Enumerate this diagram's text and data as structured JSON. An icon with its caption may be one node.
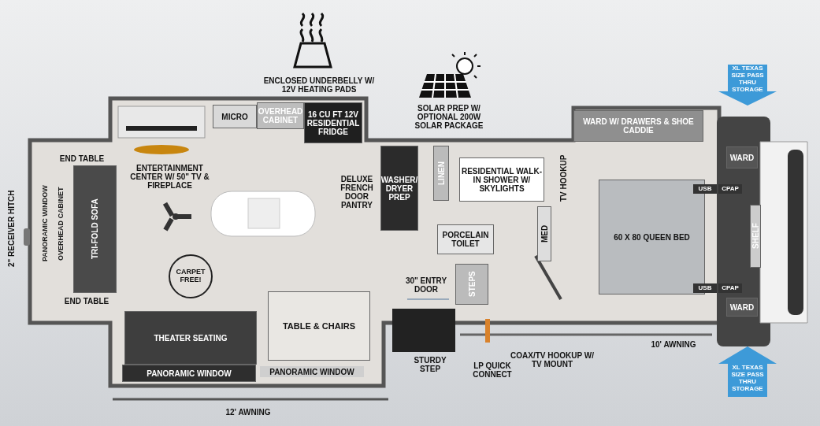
{
  "diagram": {
    "nodes": [
      {
        "text": [
          "MICRO"
        ]
      },
      {
        "text": [
          "OVERHEAD CABINET"
        ]
      },
      {
        "text": [
          "16 CU FT 12V RESIDENTIAL FRIDGE"
        ]
      },
      {
        "text": [
          "WASHER/ DRYER PREP"
        ]
      },
      {
        "text": [
          "LINEN"
        ]
      },
      {
        "text": [
          "RESIDENTIAL WALK-IN SHOWER W/ SKYLIGHTS"
        ]
      },
      {
        "text": [
          "PORCELAIN TOILET"
        ]
      },
      {
        "text": [
          "MED"
        ]
      },
      {
        "text": [
          "WARD W/ DRAWERS & SHOE CADDIE"
        ]
      },
      {
        "text": [
          "WARD"
        ]
      },
      {
        "text": [
          "60 X 80 QUEEN BED"
        ]
      },
      {
        "text": [
          "SHELF"
        ]
      },
      {
        "text": [
          "WARD"
        ]
      },
      {
        "text": [
          "TRI-FOLD SOFA"
        ]
      },
      {
        "text": [
          "THEATER SEATING"
        ]
      },
      {
        "text": [
          "PANORAMIC WINDOW"
        ]
      },
      {
        "text": [
          "TABLE & CHAIRS"
        ]
      },
      {
        "text": [
          "STEPS"
        ]
      },
      {
        "text": [
          "XL TEXAS SIZE PASS THRU STORAGE"
        ]
      },
      {
        "text": [
          "XL TEXAS SIZE PASS THRU STORAGE"
        ]
      },
      {
        "text": [
          "CARPET FREE!"
        ]
      }
    ],
    "labels": [
      "ENCLOSED UNDERBELLY W/ 12V HEATING PADS",
      "SOLAR PREP W/ OPTIONAL 200W SOLAR PACKAGE",
      "END TABLE",
      "ENTERTAINMENT CENTER W/ 50\" TV & FIREPLACE",
      "DELUXE FRENCH DOOR PANTRY",
      "TV HOOKUP",
      "USB",
      "CPAP",
      "2\" RECEIVER HITCH",
      "PANORAMIC WINDOW",
      "OVERHEAD CABINET",
      "USB",
      "CPAP",
      "30\" ENTRY DOOR",
      "END TABLE",
      "STURDY STEP",
      "LP QUICK CONNECT",
      "COAX/TV HOOKUP W/ TV MOUNT",
      "10' AWNING",
      "PANORAMIC WINDOW",
      "12' AWNING"
    ]
  }
}
